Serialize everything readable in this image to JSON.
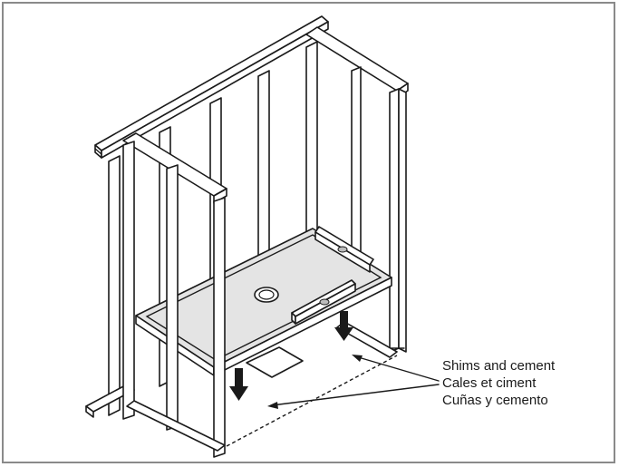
{
  "callout": {
    "line_en": "Shims and cement",
    "line_fr": "Cales et ciment",
    "line_es": "Cuñas y cemento"
  },
  "colors": {
    "line": "#1a1a1a",
    "pan_fill": "#e4e4e4",
    "frame_border": "#8a8a8a",
    "background": "#ffffff"
  },
  "icons": {
    "arrow": "down-arrow-icon",
    "level": "spirit-level-icon",
    "drain": "drain-hole-icon"
  }
}
